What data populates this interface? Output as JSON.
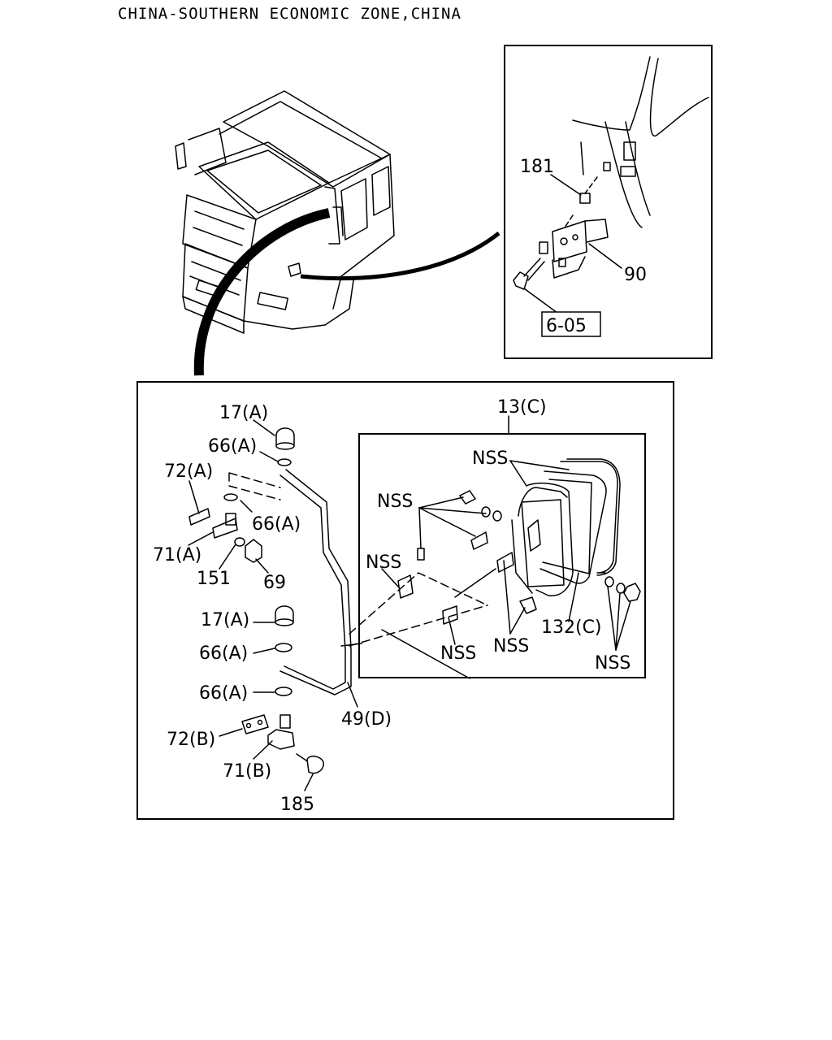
{
  "title": "CHINA-SOUTHERN ECONOMIC ZONE,CHINA",
  "inset_top": {
    "labels": {
      "p181": "181",
      "p90": "90",
      "ref": "6-05"
    }
  },
  "main_panel": {
    "labels": {
      "p17a_1": "17(A)",
      "p66a_1": "66(A)",
      "p72a": "72(A)",
      "p66a_2": "66(A)",
      "p71a": "71(A)",
      "p151": "151",
      "p69": "69",
      "p17a_2": "17(A)",
      "p66a_3": "66(A)",
      "p66a_4": "66(A)",
      "p72b": "72(B)",
      "p71b": "71(B)",
      "p185": "185",
      "p49d": "49(D)",
      "p13c": "13(C)",
      "p132c": "132(C)",
      "nss_1": "NSS",
      "nss_2": "NSS",
      "nss_3": "NSS",
      "nss_4": "NSS",
      "nss_5": "NSS",
      "nss_6": "NSS"
    }
  }
}
